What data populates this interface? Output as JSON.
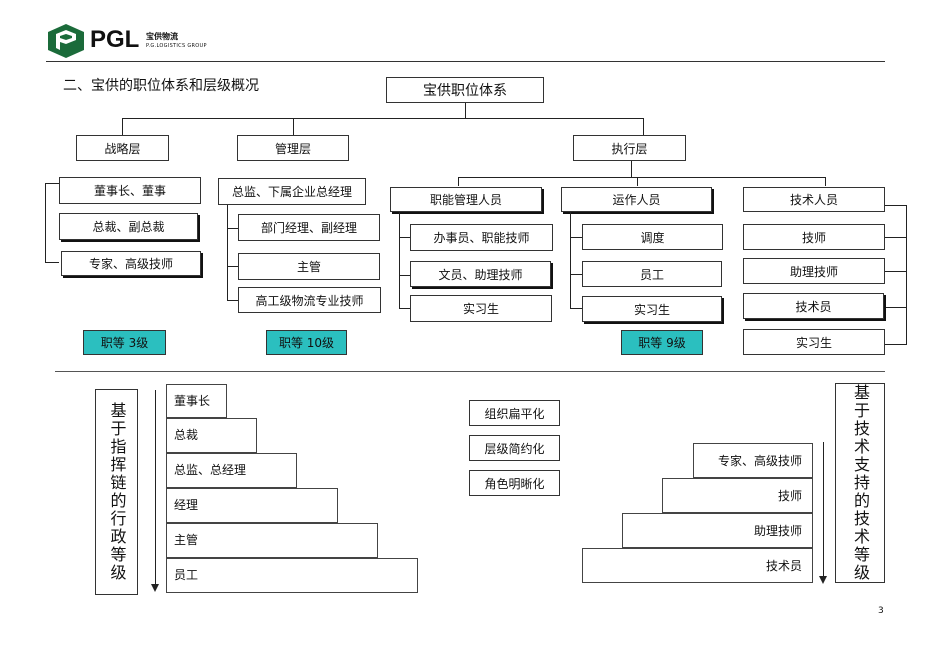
{
  "logo": {
    "brand": "PGL",
    "cn": "宝供物流",
    "en": "P.G.LOGISTICS GROUP"
  },
  "section_title": "二、宝供的职位体系和层级概况",
  "root": "宝供职位体系",
  "layers": {
    "strategy": "战略层",
    "management": "管理层",
    "execution": "执行层"
  },
  "strategy_items": [
    "董事长、董事",
    "总裁、副总裁",
    "专家、高级技师"
  ],
  "management_items": [
    "总监、下属企业总经理",
    "部门经理、副经理",
    "主管",
    "高工级物流专业技师"
  ],
  "exec_groups": {
    "admin": {
      "title": "职能管理人员",
      "items": [
        "办事员、职能技师",
        "文员、助理技师",
        "实习生"
      ]
    },
    "ops": {
      "title": "运作人员",
      "items": [
        "调度",
        "员工",
        "实习生"
      ]
    },
    "tech": {
      "title": "技术人员",
      "items": [
        "技师",
        "助理技师",
        "技术员",
        "实习生"
      ]
    }
  },
  "grade_tags": [
    "职等 3级",
    "职等 10级",
    "职等 9级"
  ],
  "admin_chain": {
    "label": "基于指挥链的行政等级",
    "steps": [
      "董事长",
      "总裁",
      "总监、总经理",
      "经理",
      "主管",
      "员工"
    ]
  },
  "principles": [
    "组织扁平化",
    "层级简约化",
    "角色明晰化"
  ],
  "tech_chain": {
    "label": "基于技术支持的技术等级",
    "steps": [
      "专家、高级技师",
      "技师",
      "助理技师",
      "技术员"
    ]
  },
  "page_number": "3"
}
